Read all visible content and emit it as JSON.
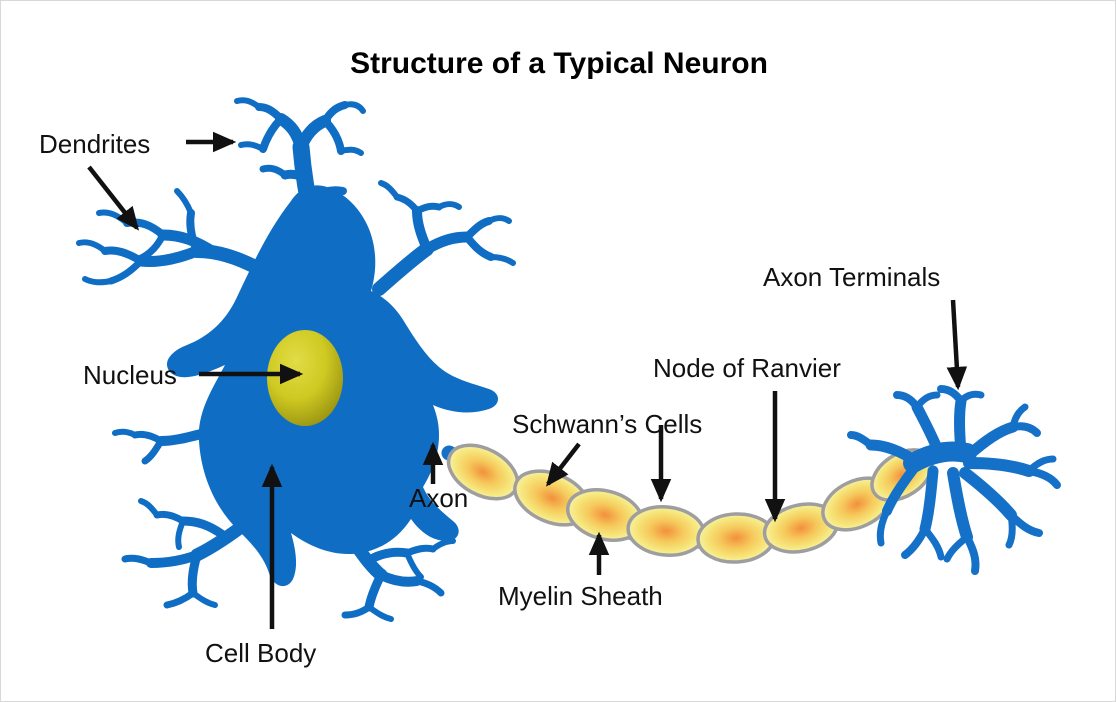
{
  "figure": {
    "title": "Structure of a Typical Neuron",
    "background_color": "#ffffff",
    "border_color": "#d8d8d8",
    "cell_color": "#0f6ec4",
    "nucleus_color": "#d4ce24",
    "nucleus_shadow_color": "#9a9412",
    "myelin_center_color": "#f2903c",
    "myelin_mid_color": "#f6e77c",
    "myelin_edge_color": "#faf4c8",
    "myelin_outline_color": "#9e9e9e",
    "label_color": "#111111",
    "arrow_color": "#111111"
  },
  "labels": {
    "dendrites": "Dendrites",
    "nucleus": "Nucleus",
    "cell_body": "Cell Body",
    "axon": "Axon",
    "myelin_sheath": "Myelin Sheath",
    "schwanns_cells": "Schwann’s Cells",
    "node_of_ranvier": "Node of Ranvier",
    "axon_terminals": "Axon Terminals"
  },
  "structures": {
    "soma": "cell-body-soma",
    "nucleus": "nucleus-ellipse",
    "dendrite_count": 6,
    "myelin_segment_count": 8,
    "axon_terminal_branches": "axon-terminal-arbor"
  }
}
